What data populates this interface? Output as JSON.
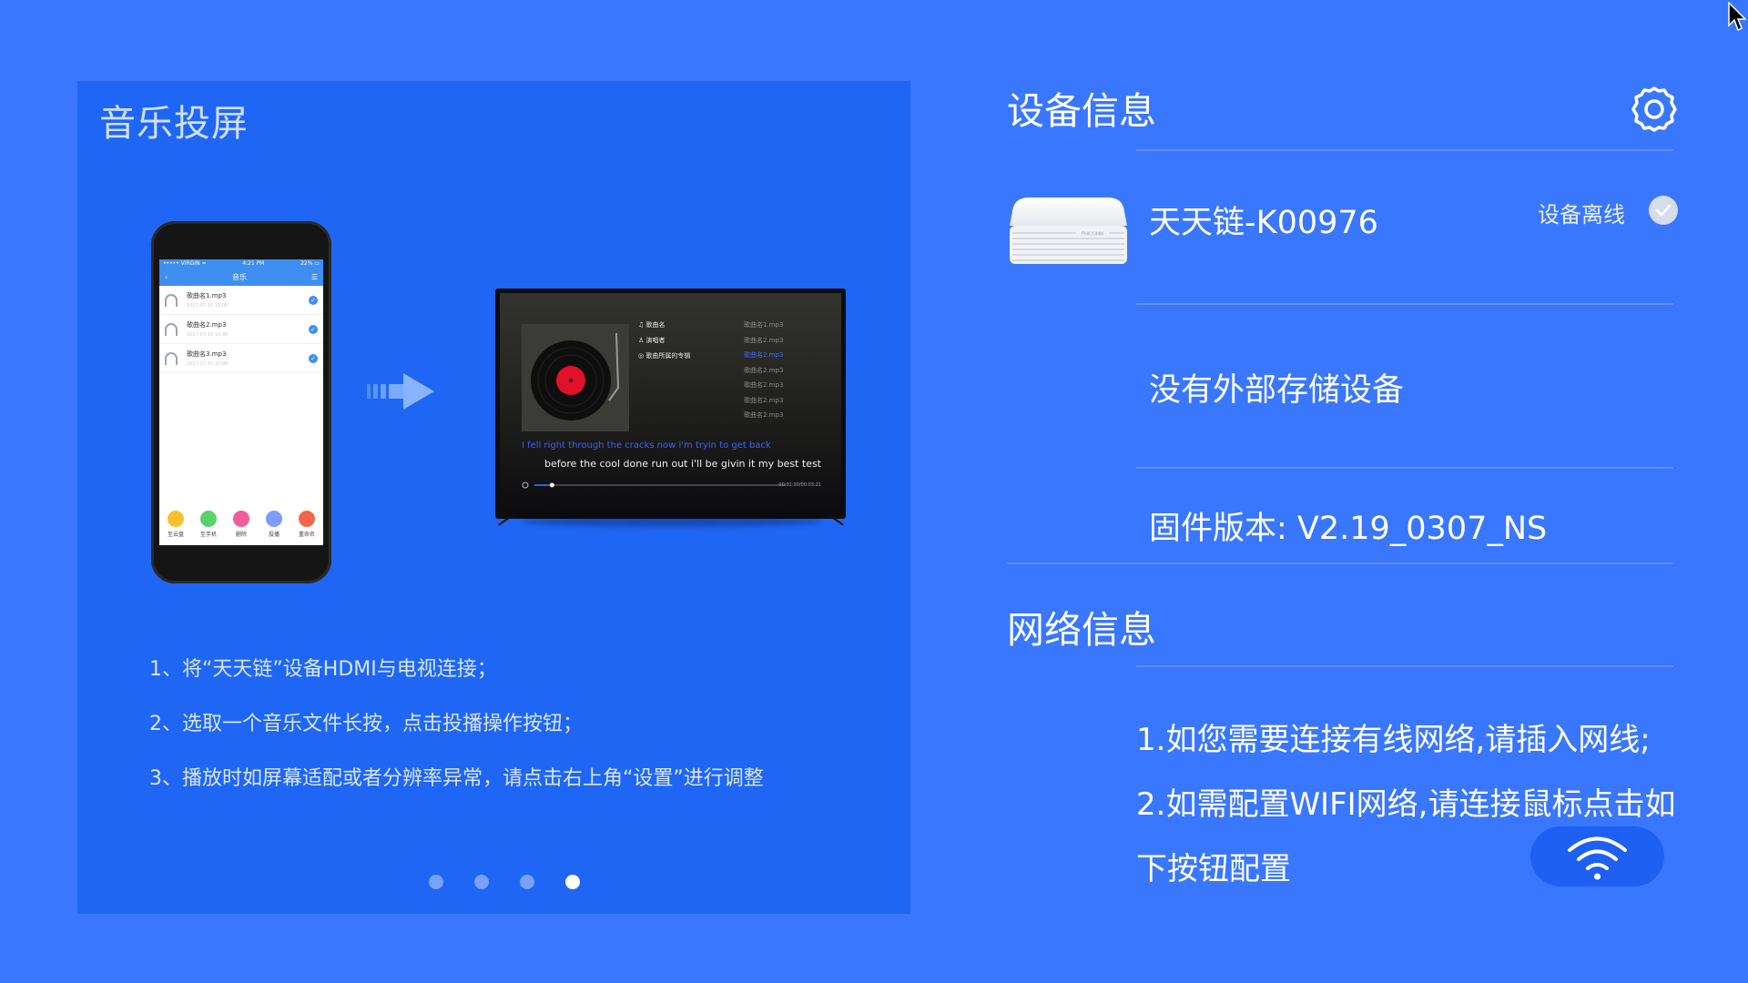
{
  "left_panel": {
    "title": "音乐投屏",
    "phone": {
      "status_left": "••••• VIRGIN ≈",
      "status_time": "4:21 PM",
      "status_right": "22% ▭",
      "nav_title": "音乐",
      "songs": [
        {
          "name": "歌曲名1.mp3",
          "sub": "2017-07-15 10:08"
        },
        {
          "name": "歌曲名2.mp3",
          "sub": "2017-07-15 10:08"
        },
        {
          "name": "歌曲名3.mp3",
          "sub": "2017-07-15 10:08"
        }
      ],
      "actions": [
        {
          "label": "至云盘",
          "color": "#f7c12e"
        },
        {
          "label": "至手机",
          "color": "#58d36b"
        },
        {
          "label": "删除",
          "color": "#f25c9a"
        },
        {
          "label": "投播",
          "color": "#7e9cff"
        },
        {
          "label": "重命名",
          "color": "#f4664a"
        }
      ]
    },
    "tv": {
      "meta": [
        "歌曲名",
        "演唱者",
        "歌曲所属的专辑"
      ],
      "playlist": [
        "歌曲名1.mp3",
        "歌曲名2.mp3",
        "歌曲名2.mp3",
        "歌曲名2.mp3",
        "歌曲名2.mp3",
        "歌曲名2.mp3",
        "歌曲名2.mp3"
      ],
      "current_index": 2,
      "lyric_current": "I fell right through the cracks now i'm tryin to get back",
      "lyric_next": "before the cool done run out i'll be givin it my best test",
      "time": "00:01:30/00:03:21",
      "progress": 0.07
    },
    "steps": [
      "1、将“天天链”设备HDMI与电视连接；",
      "2、选取一个音乐文件长按，点击投播操作按钮；",
      "3、播放时如屏幕适配或者分辨率异常，请点击右上角“设置”进行调整"
    ],
    "page_count": 4,
    "active_page": 3
  },
  "device_info": {
    "title": "设备信息",
    "device_name": "天天链-K00976",
    "status": "设备离线",
    "storage": "没有外部存储设备",
    "firmware": "固件版本: V2.19_0307_NS",
    "box_brand": "PHICOMM"
  },
  "network_info": {
    "title": "网络信息",
    "lines": [
      "1.如您需要连接有线网络,请插入网线;",
      "2.如需配置WIFI网络,请连接鼠标点击如",
      "下按钮配置"
    ]
  },
  "icons": {
    "settings": "gear-icon",
    "status": "check-circle-icon",
    "wifi": "wifi-icon",
    "cursor": "mouse-cursor-icon"
  },
  "colors": {
    "background": "#3a77ff",
    "panel": "#1f66f5",
    "accent": "#1e60f2"
  }
}
